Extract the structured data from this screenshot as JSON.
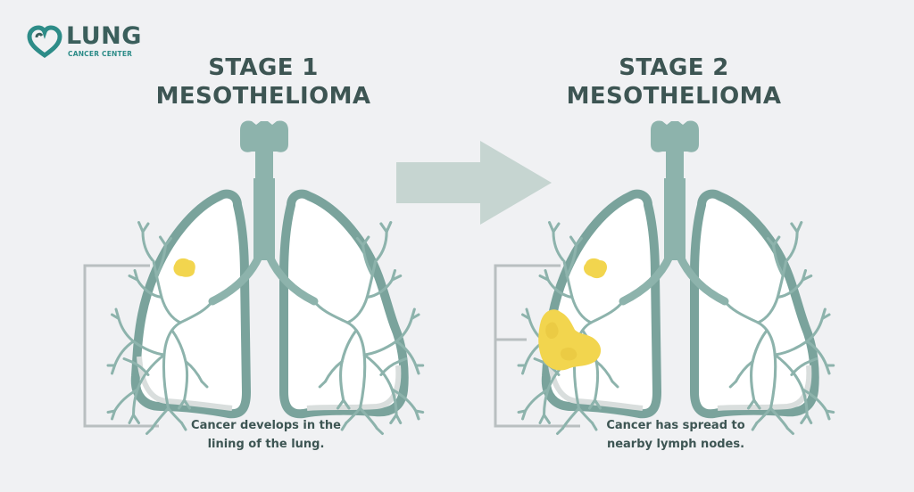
{
  "logo": {
    "word": "LUNG",
    "sub": "CANCER CENTER"
  },
  "stages": [
    {
      "title_line1": "STAGE 1",
      "title_line2": "MESOTHELIOMA",
      "caption_line1": "Cancer develops in the",
      "caption_line2": "lining of the lung."
    },
    {
      "title_line1": "STAGE 2",
      "title_line2": "MESOTHELIOMA",
      "caption_line1": "Cancer has spread to",
      "caption_line2": "nearby lymph nodes."
    }
  ],
  "colors": {
    "background": "#f0f1f3",
    "lung_outline": "#7aa39c",
    "lung_fill": "#ffffff",
    "bronchi": "#8db3ac",
    "tumor": "#f2d54e",
    "arrow": "#c6d5d1",
    "callout_line": "#b9bfc0",
    "text": "#3d5553"
  },
  "icons": [
    "heart-logo-icon",
    "lung-illustration",
    "tumor-blob",
    "progression-arrow"
  ]
}
